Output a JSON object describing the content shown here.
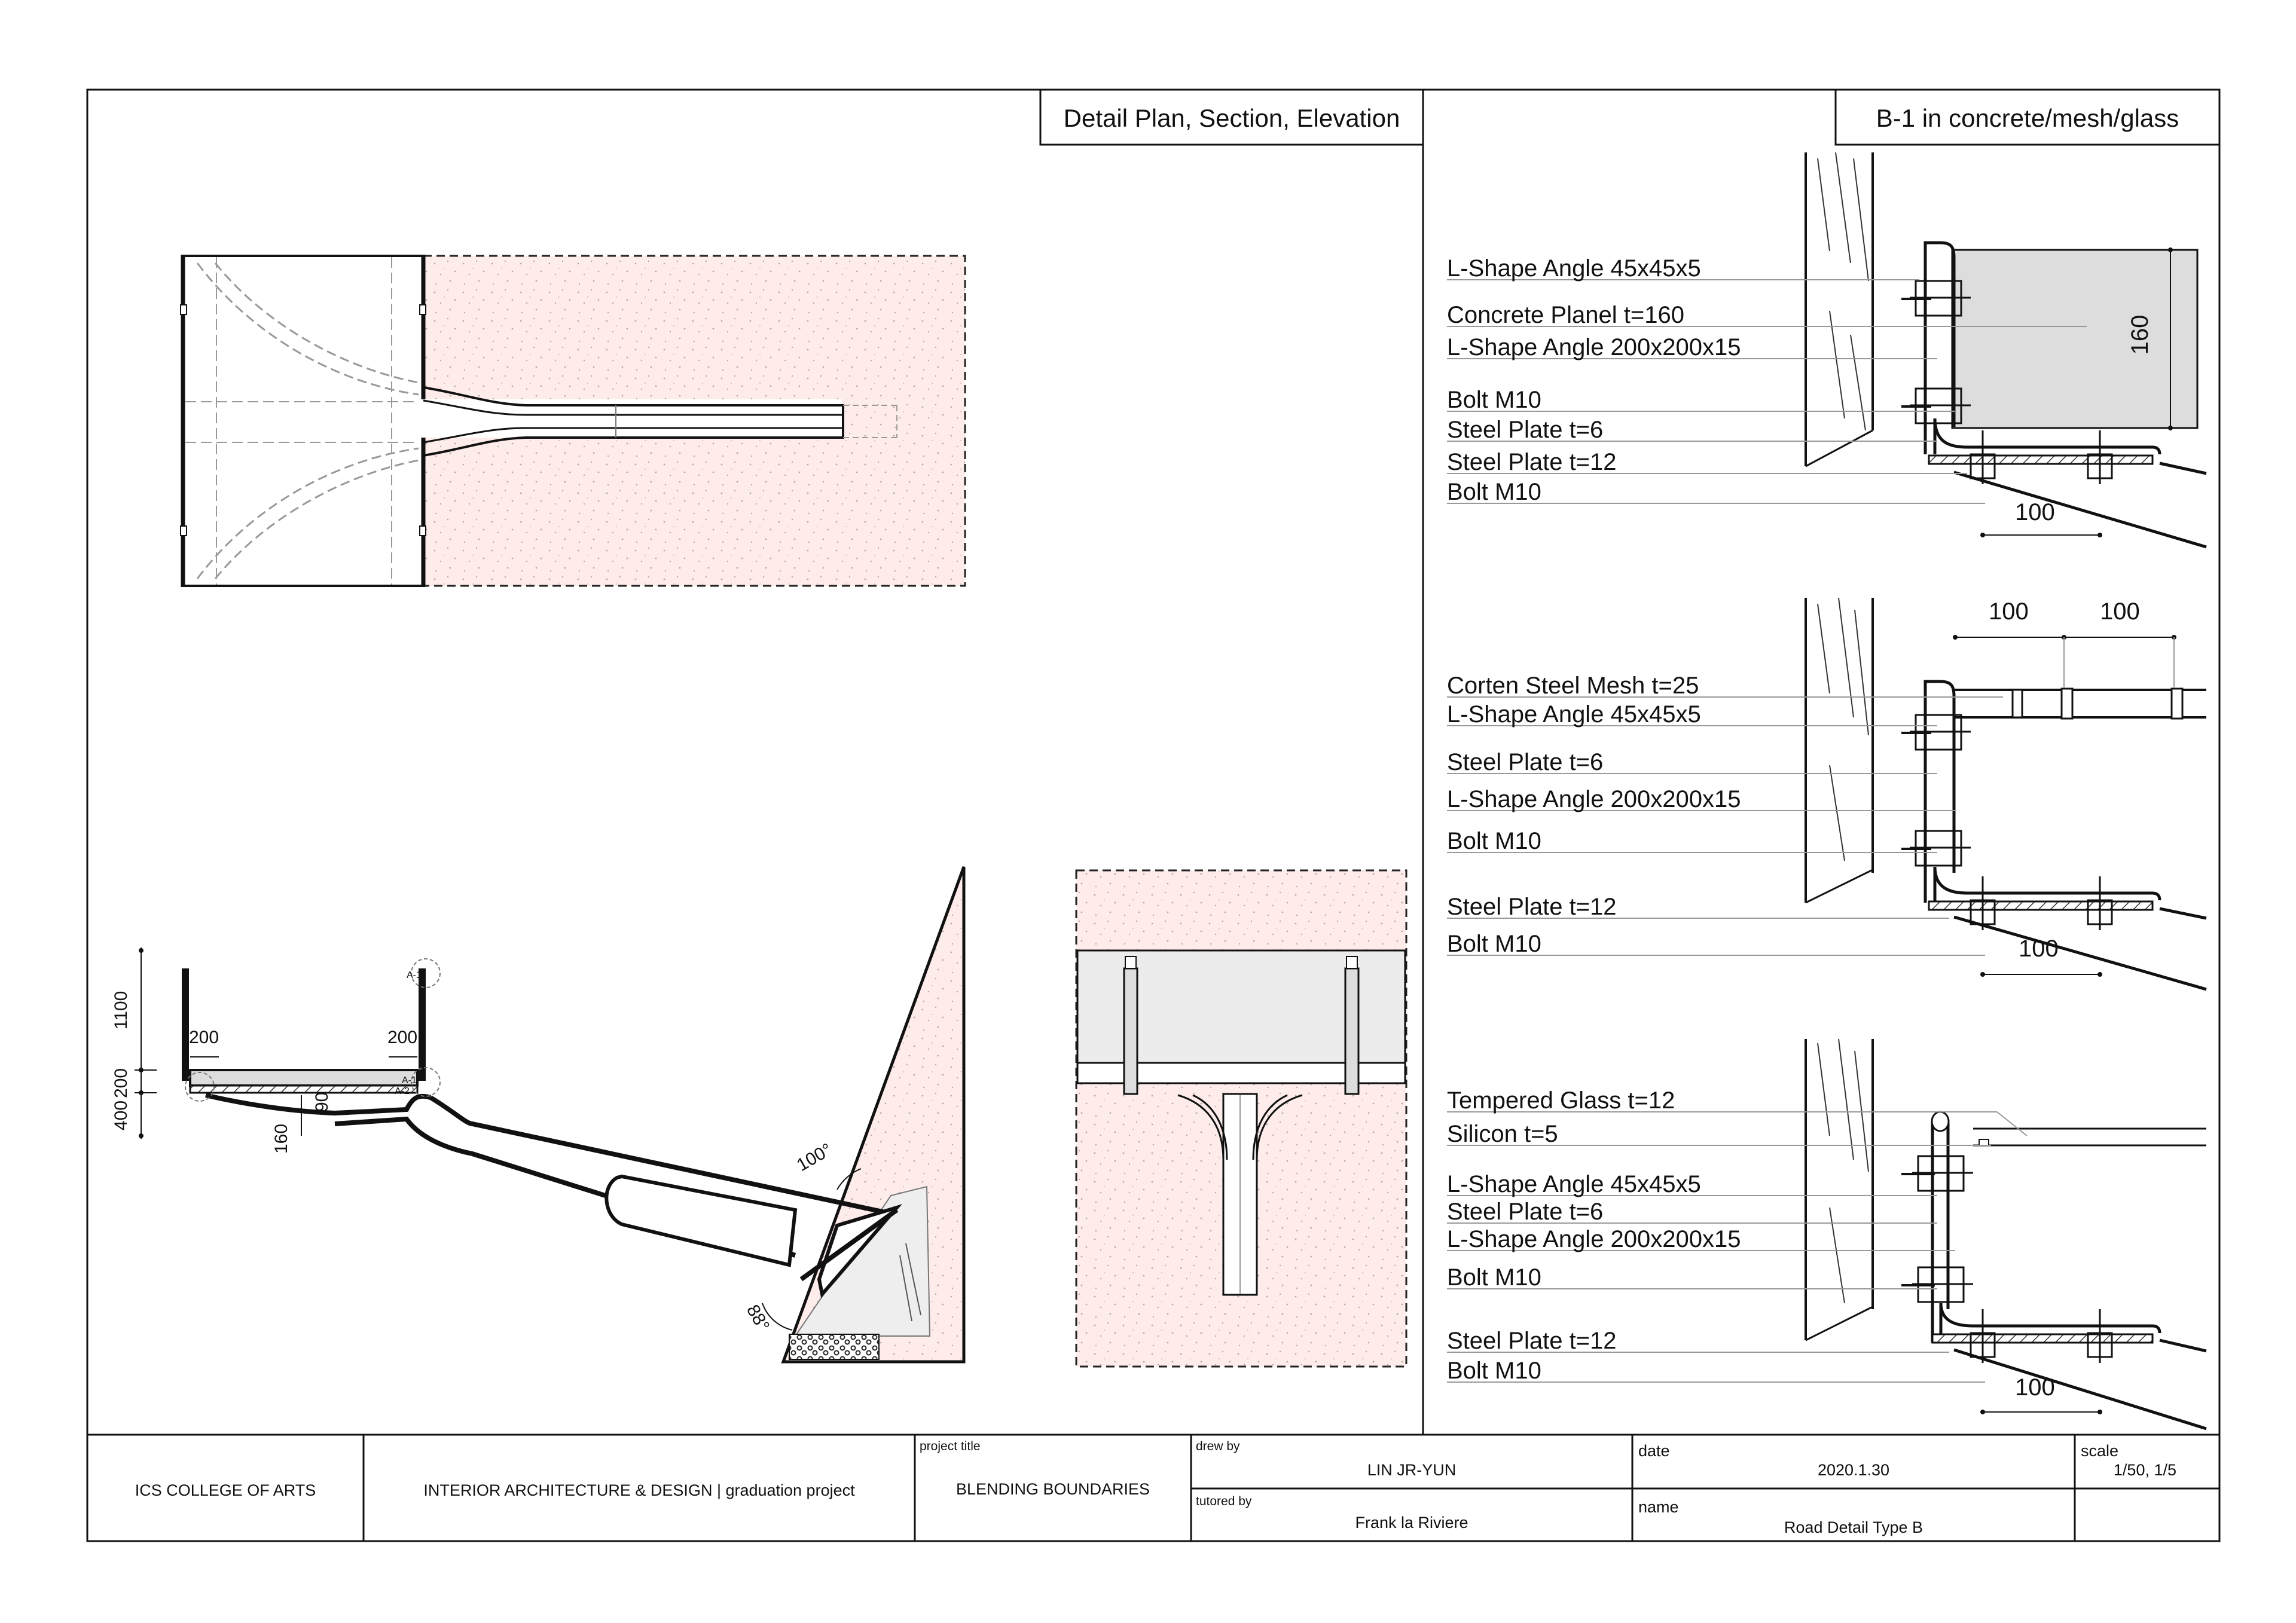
{
  "sheet_header": {
    "left_title": "Detail Plan, Section, Elevation",
    "right_title": "B-1 in concrete/mesh/glass"
  },
  "section_dims": {
    "h1100": "1100",
    "h200": "200",
    "h400": "400",
    "w200_left": "200",
    "w200_right": "200",
    "d90": "90",
    "d160": "160",
    "ang100": "100°",
    "ang88": "88°",
    "tag1": "A-1",
    "tag2": "A-1",
    "tag3": "A-2"
  },
  "detail_concrete": {
    "labels": [
      "L-Shape Angle 45x45x5",
      "Concrete Planel t=160",
      "L-Shape Angle 200x200x15",
      "Bolt M10",
      "Steel Plate t=6",
      "Steel Plate t=12",
      "Bolt M10"
    ],
    "dim_thickness": "160",
    "dim_bolt": "100"
  },
  "detail_mesh": {
    "labels": [
      "Corten Steel Mesh t=25",
      "L-Shape Angle 45x45x5",
      "Steel Plate t=6",
      "L-Shape Angle 200x200x15",
      "Bolt M10",
      "Steel Plate t=12",
      "Bolt M10"
    ],
    "dim_top_a": "100",
    "dim_top_b": "100",
    "dim_bolt": "100"
  },
  "detail_glass": {
    "labels": [
      "Tempered Glass t=12",
      "Silicon t=5",
      "L-Shape Angle 45x45x5",
      "Steel Plate t=6",
      "L-Shape Angle 200x200x15",
      "Bolt M10",
      "Steel Plate t=12",
      "Bolt M10"
    ],
    "dim_bolt": "100"
  },
  "title_block": {
    "college": "ICS COLLEGE OF ARTS",
    "program": "INTERIOR ARCHITECTURE & DESIGN | graduation project",
    "project_title_caption": "project title",
    "project_title": "BLENDING BOUNDARIES",
    "drew_by_caption": "drew by",
    "drew_by": "LIN JR-YUN",
    "tutored_by_caption": "tutored by",
    "tutored_by": "Frank la Riviere",
    "date_caption": "date",
    "date": "2020.1.30",
    "name_caption": "name",
    "name": "Road Detail Type B",
    "scale_caption": "scale",
    "scale": "1/50, 1/5"
  },
  "colors": {
    "ink": "#111111",
    "concrete_fill": "#fdecea",
    "panel_grey": "#dddddd",
    "glass_grey": "#ececec"
  }
}
